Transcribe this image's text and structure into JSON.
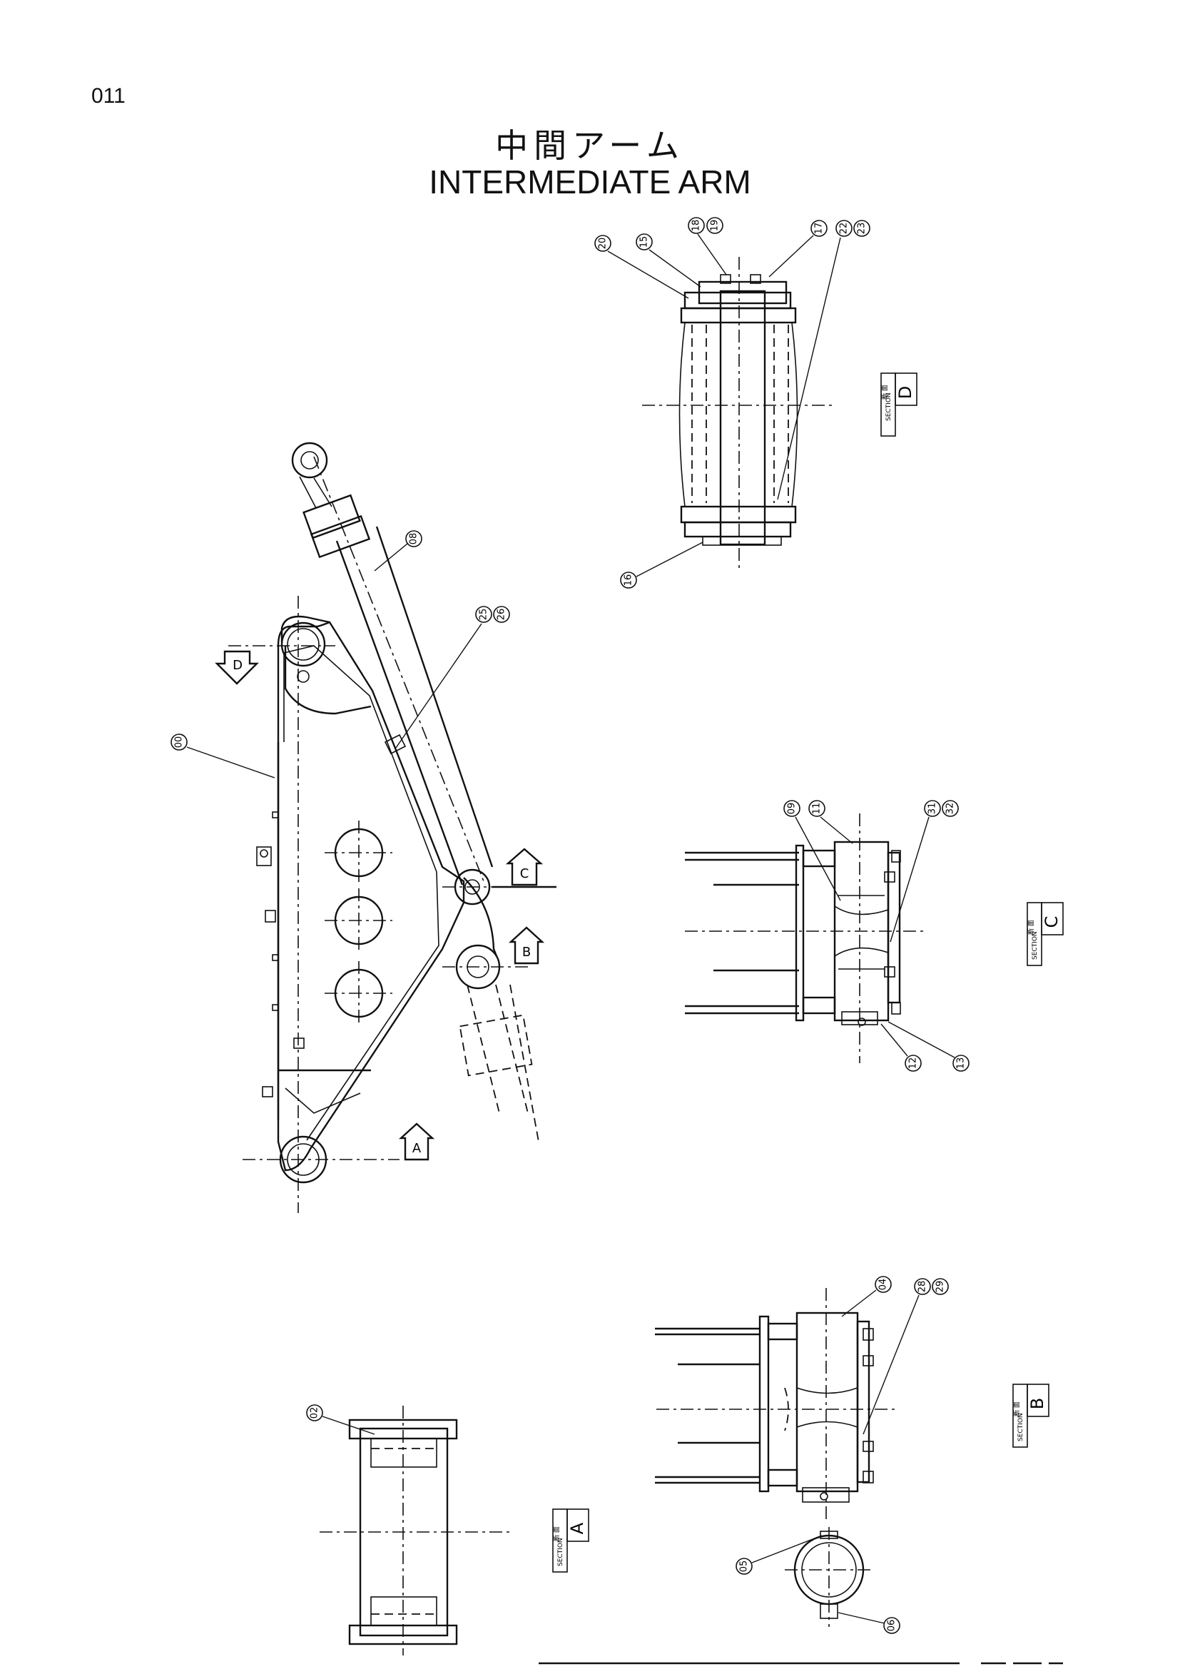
{
  "page_number": "011",
  "title_jp": "中間アーム",
  "title_en": "INTERMEDIATE ARM",
  "section_jp": "断 面",
  "section_word": "SECTION",
  "sections": [
    "D",
    "C",
    "B",
    "A"
  ],
  "view_arrows": [
    "D",
    "C",
    "B",
    "A"
  ],
  "part_numbers": {
    "p00": "00",
    "p02": "02",
    "p04": "04",
    "p05": "05",
    "p06": "06",
    "p08": "08",
    "p09": "09",
    "p11": "11",
    "p12": "12",
    "p13": "13",
    "p15": "15",
    "p16": "16",
    "p17": "17",
    "p18": "18",
    "p19": "19",
    "p20": "20",
    "p22": "22",
    "p23": "23",
    "p25": "25",
    "p26": "26",
    "p28": "28",
    "p29": "29",
    "p31": "31",
    "p32": "32"
  }
}
